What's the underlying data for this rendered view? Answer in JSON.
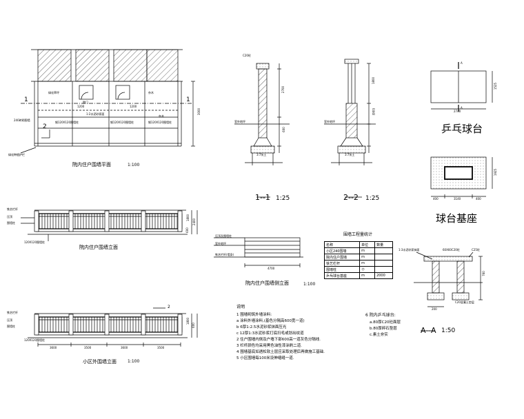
{
  "titles": {
    "plan": "院内住户围墙平面",
    "plan_scale": "1:100",
    "elev_in": "院内住户围墙立面",
    "elev_side": "院内住户围墙侧立面",
    "elev_side_scale": "1:100",
    "elev_out": "小区外围墙立面",
    "elev_out_scale": "1:100",
    "sec1": "1--1",
    "sec1_scale": "1:25",
    "sec2": "2--2",
    "sec2_scale": "1:25",
    "pingpong": "乒乓球台",
    "base": "球台基座",
    "secA": "A--A",
    "secA_scale": "1:50"
  },
  "plan_labels": {
    "left_1": "1",
    "right_1": "1",
    "cut_2": "2",
    "wall_note": "240砖砌围墙",
    "lawn": "绿化草坪",
    "paving_note": "1:2水泥砂浆面",
    "gate_label": "院门",
    "tree": "杂木",
    "hedge": "杂木",
    "dim_a": "1200",
    "dim_b": "1200",
    "paint_left": "钢120X120围墙柱",
    "paint_mid": "钢120X120围墙柱",
    "paint_right": "钢120X120围墙柱",
    "foot_note": "绿化种植护栏",
    "dim_right": "3000"
  },
  "elev_labels": {
    "top_note": "铁艺栏杆",
    "mid_note": "压顶",
    "bot_note": "围墙柱",
    "post_note": "120X120围墙柱",
    "dim1": "1800",
    "dim2": "600",
    "dim3": "2400"
  },
  "elev_out_labels": {
    "post_note": "120X120围墙柱",
    "cut": "2",
    "dims": [
      "3600",
      "3500",
      "3600",
      "3500"
    ],
    "dim1": "1800",
    "dim2": "600"
  },
  "section_labels": {
    "s1_cap": "C20砼",
    "s1_top": "2700",
    "s1_mid": "600",
    "s1_bot": "3:7灰土",
    "s1_ground": "室外地坪",
    "s2_top": "1800",
    "s2_mid": "(900)",
    "s2_bot": "3:7灰土",
    "s2_ground": "室外地坪"
  },
  "side_labels": {
    "l1": "压顶及围墙柱",
    "l2": "室外地坪",
    "l3": "铁艺栏杆(墙身)",
    "dim": "4700"
  },
  "table": {
    "title": "围墙工程量统计",
    "rows": [
      [
        "名称",
        "单位",
        "数量"
      ],
      [
        "小区240围墙",
        "m",
        ""
      ],
      [
        "院内住户围墙",
        "m",
        ""
      ],
      [
        "铁艺栏杆",
        "m",
        ""
      ],
      [
        "围墙柱",
        "个",
        ""
      ],
      [
        "乒乓球台基座",
        "m",
        "2000"
      ]
    ]
  },
  "pingpong_labels": {
    "a_top": "A",
    "a_bot": "A",
    "dim_w": "2740",
    "dim_h": "1525"
  },
  "base_labels": {
    "dim_w": "3140",
    "dim_h": "1925",
    "d1": "400",
    "d2": "400"
  },
  "secA_labels": {
    "top_l": "1:3水泥砂浆抹面",
    "top_r": "C25砼",
    "mid": "60X60C20砼",
    "bot_l": "200",
    "bot_r": "C20混凝土垫层",
    "dim_r": "760"
  },
  "notes": {
    "heading": "说明",
    "lines": [
      "1  围墙砌筑外墙涂料:",
      "   a  涂料外墙涂料,(基色分隔高600宽一道)",
      "   b  6厚1:2.5水泥砂浆抹面压光",
      "   c  12厚1:3水泥砂浆打底扫毛或划出纹道",
      "2  住户围墙内侧及户墙下部600高一道灰色分隔线.",
      "3  栏杆颜色均采用黑色油性漆涂刷二道.",
      "4  围墙基底如遇松软土层应采取处理后再做施工基础.",
      "5  小区围墙每100米设伸缩缝一道."
    ],
    "right_heading": "6  院内乒乓球台:",
    "right_lines": [
      "a.80厚C20砼面层",
      "b.80厚碎石垫层",
      "c.素土夯实"
    ]
  }
}
